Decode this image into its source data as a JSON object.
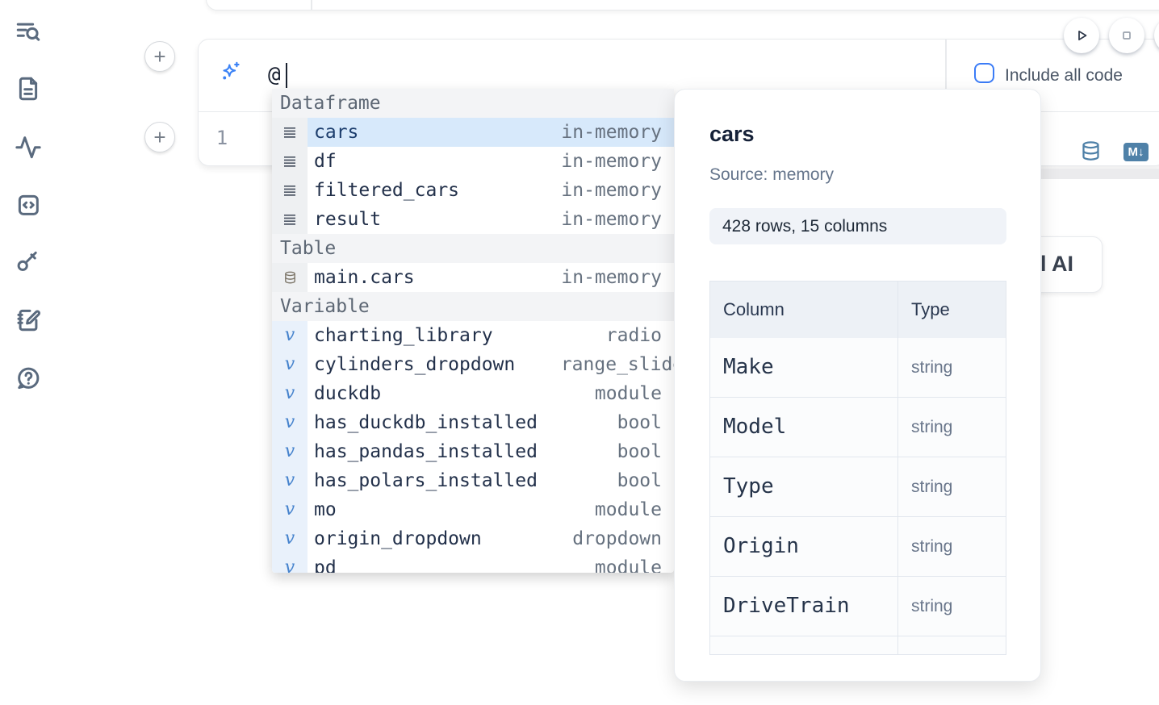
{
  "colors": {
    "accent_blue": "#3b82f6",
    "steel_blue": "#4f81a8",
    "selected_row_bg": "#d7e9fb",
    "checkbox_border": "#3b7cf7"
  },
  "sidebar": {
    "icons": [
      "text-search",
      "file-document",
      "activity",
      "code-block",
      "key",
      "scratchpad",
      "help-chat"
    ]
  },
  "add_cell_glyph": "+",
  "prompt_cell": {
    "value": "@",
    "include_all_code_label": "Include all code"
  },
  "run_controls": {
    "icons": [
      "play",
      "stop"
    ]
  },
  "code_cell": {
    "line_number": "1",
    "markdown_badge": "M↓"
  },
  "ai_button": {
    "visible_label": "l AI"
  },
  "autocomplete": {
    "sections": [
      {
        "label": "Dataframe",
        "icon": "rows",
        "items": [
          {
            "name": "cars",
            "type": "in-memory",
            "selected": true
          },
          {
            "name": "df",
            "type": "in-memory"
          },
          {
            "name": "filtered_cars",
            "type": "in-memory"
          },
          {
            "name": "result",
            "type": "in-memory"
          }
        ]
      },
      {
        "label": "Table",
        "icon": "database",
        "items": [
          {
            "name": "main.cars",
            "type": "in-memory"
          }
        ]
      },
      {
        "label": "Variable",
        "icon": "v",
        "items": [
          {
            "name": "charting_library",
            "type": "radio"
          },
          {
            "name": "cylinders_dropdown",
            "type": "range_slider",
            "type_clipped": true
          },
          {
            "name": "duckdb",
            "type": "module"
          },
          {
            "name": "has_duckdb_installed",
            "type": "bool"
          },
          {
            "name": "has_pandas_installed",
            "type": "bool"
          },
          {
            "name": "has_polars_installed",
            "type": "bool"
          },
          {
            "name": "mo",
            "type": "module"
          },
          {
            "name": "origin_dropdown",
            "type": "dropdown"
          },
          {
            "name": "pd",
            "type": "module",
            "clipped": true
          }
        ]
      }
    ]
  },
  "preview": {
    "title": "cars",
    "source": "Source: memory",
    "shape": "428 rows, 15 columns",
    "table": {
      "headers": [
        "Column",
        "Type"
      ],
      "rows": [
        [
          "Make",
          "string"
        ],
        [
          "Model",
          "string"
        ],
        [
          "Type",
          "string"
        ],
        [
          "Origin",
          "string"
        ],
        [
          "DriveTrain",
          "string"
        ]
      ],
      "has_partial_next_row": true
    }
  }
}
